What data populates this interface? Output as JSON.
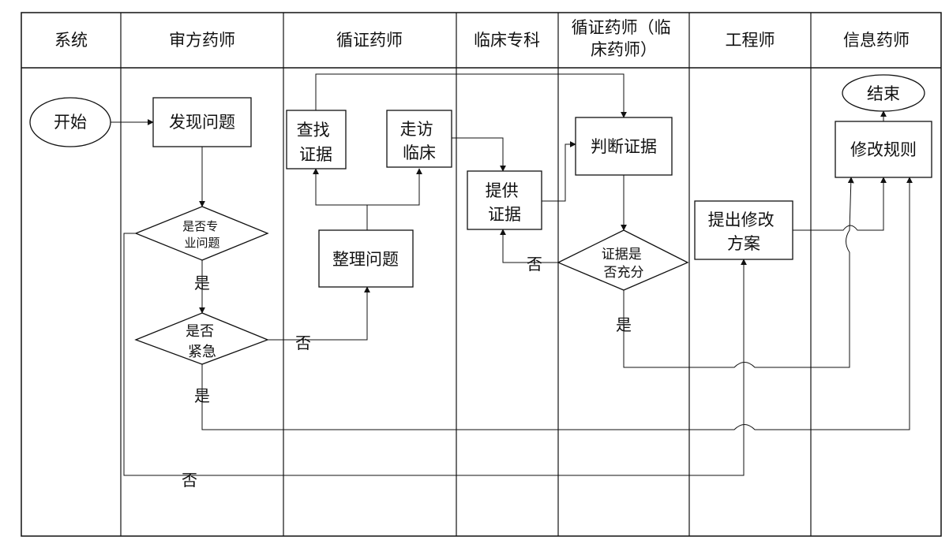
{
  "lanes": [
    {
      "title_lines": [
        "系统"
      ]
    },
    {
      "title_lines": [
        "审方药师"
      ]
    },
    {
      "title_lines": [
        "循证药师"
      ]
    },
    {
      "title_lines": [
        "临床专科"
      ]
    },
    {
      "title_lines": [
        "循证药师（临",
        "床药师）"
      ]
    },
    {
      "title_lines": [
        "工程师"
      ]
    },
    {
      "title_lines": [
        "信息药师"
      ]
    }
  ],
  "nodes": {
    "start": {
      "shape": "ellipse",
      "lines": [
        "开始"
      ]
    },
    "discover": {
      "shape": "rect",
      "lines": [
        "发现问题"
      ]
    },
    "is_professional": {
      "shape": "diamond",
      "lines": [
        "是否专",
        "业问题"
      ]
    },
    "is_urgent": {
      "shape": "diamond",
      "lines": [
        "是否",
        "紧急"
      ]
    },
    "find_evidence": {
      "shape": "rect",
      "lines": [
        "查找",
        "证据"
      ]
    },
    "visit_clinic": {
      "shape": "rect",
      "lines": [
        "走访",
        "临床"
      ]
    },
    "organize": {
      "shape": "rect",
      "lines": [
        "整理问题"
      ]
    },
    "provide_evidence": {
      "shape": "rect",
      "lines": [
        "提供",
        "证据"
      ]
    },
    "judge_evidence": {
      "shape": "rect",
      "lines": [
        "判断证据"
      ]
    },
    "evidence_sufficient": {
      "shape": "diamond",
      "lines": [
        "证据是",
        "否充分"
      ]
    },
    "propose_plan": {
      "shape": "rect",
      "lines": [
        "提出修改",
        "方案"
      ]
    },
    "modify_rules": {
      "shape": "rect",
      "lines": [
        "修改规则"
      ]
    },
    "end": {
      "shape": "ellipse",
      "lines": [
        "结束"
      ]
    }
  },
  "edge_labels": {
    "prof_yes": "是",
    "urgent_no": "否",
    "urgent_yes": "是",
    "prof_no": "否",
    "suff_no": "否",
    "suff_yes": "是"
  }
}
